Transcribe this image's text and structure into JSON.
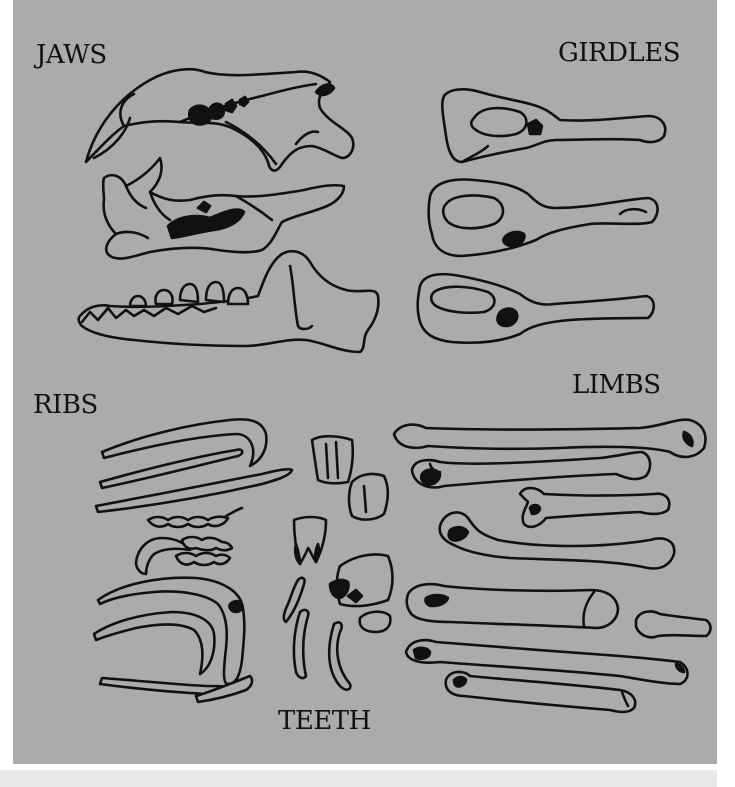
{
  "labels": {
    "jaws": "JAWS",
    "girdles": "GIRDLES",
    "ribs": "RIBS",
    "limbs": "LIMBS",
    "teeth": "TEETH"
  },
  "colors": {
    "panel_background": "#ababad",
    "line_ink": "#111111",
    "bottom_strip": "#e8e8ea"
  }
}
